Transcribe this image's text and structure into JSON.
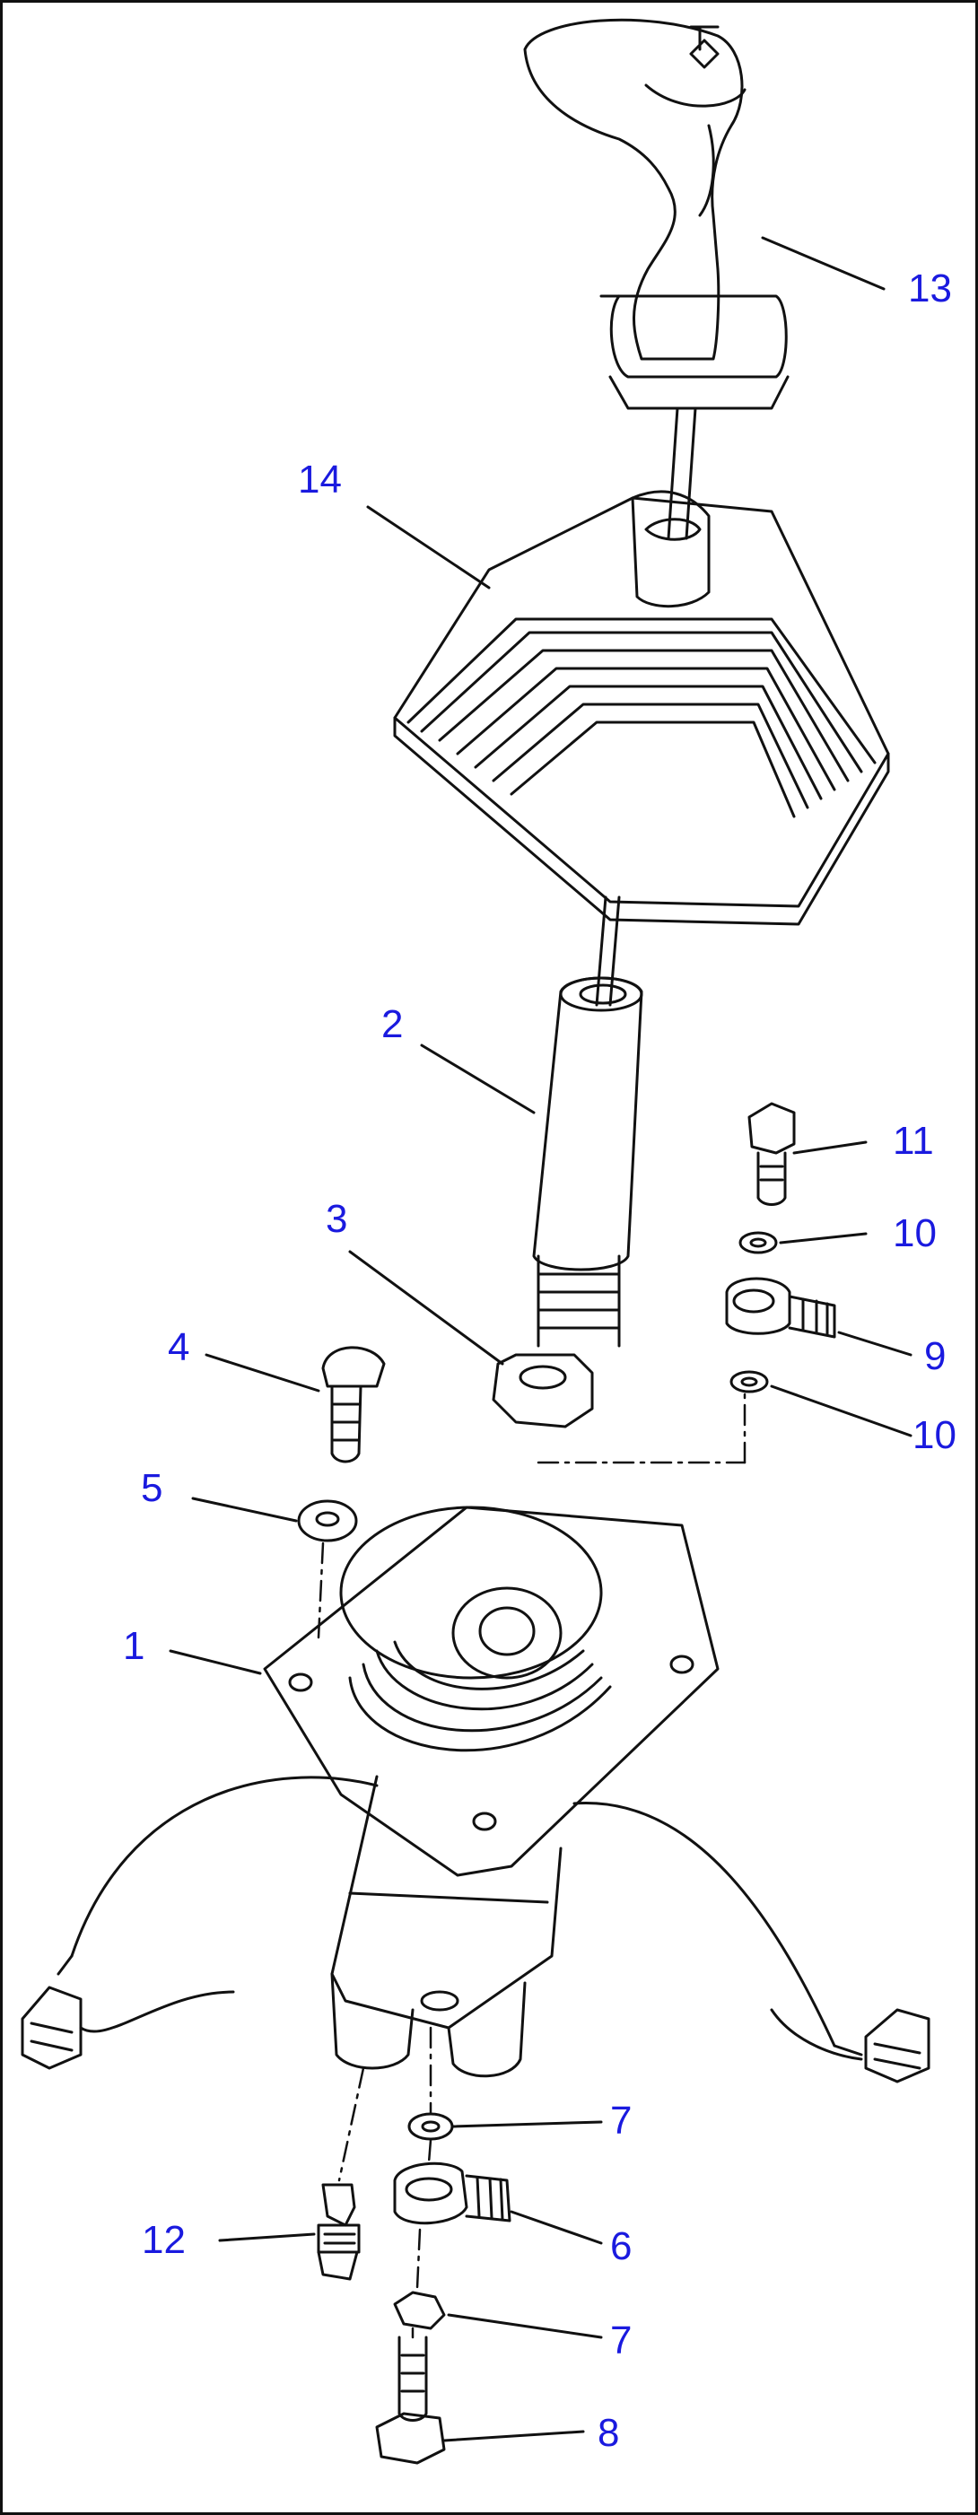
{
  "diagram": {
    "callouts": [
      {
        "id": "13",
        "text": "13"
      },
      {
        "id": "14",
        "text": "14"
      },
      {
        "id": "2",
        "text": "2"
      },
      {
        "id": "11",
        "text": "11"
      },
      {
        "id": "10a",
        "text": "10"
      },
      {
        "id": "3",
        "text": "3"
      },
      {
        "id": "9",
        "text": "9"
      },
      {
        "id": "4",
        "text": "4"
      },
      {
        "id": "10b",
        "text": "10"
      },
      {
        "id": "5",
        "text": "5"
      },
      {
        "id": "1",
        "text": "1"
      },
      {
        "id": "7a",
        "text": "7"
      },
      {
        "id": "12",
        "text": "12"
      },
      {
        "id": "6",
        "text": "6"
      },
      {
        "id": "7b",
        "text": "7"
      },
      {
        "id": "8",
        "text": "8"
      }
    ],
    "colors": {
      "label": "#1a1adf",
      "line": "#111111"
    }
  }
}
